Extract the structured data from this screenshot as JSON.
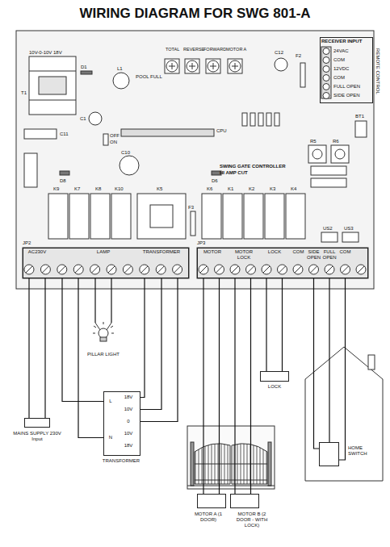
{
  "diagram": {
    "title": "WIRING DIAGRAM FOR SWG 801-A",
    "nodes": [
      {
        "text": [
          "SWING GATE CONTROLLER",
          "HI AMP CUT"
        ]
      },
      {
        "text": [
          "JP2",
          "AC230V",
          "LAMP",
          "TRANSFORMER"
        ],
        "in": 0
      },
      {
        "text": [
          "JP3",
          "MOTOR",
          "MOTOR LOCK",
          "LOCK",
          "COM",
          "SIDE OPEN",
          "FULL OPEN",
          "COM"
        ],
        "in": 0
      },
      {
        "text": [
          "RECEIVER INPUT",
          "24VAC",
          "COM",
          "12VDC",
          "COM",
          "FULL OPEN",
          "SIDE OPEN",
          "REMOTE CONTROL"
        ],
        "in": 0
      },
      {
        "text": [
          "PILLAR LIGHT"
        ]
      },
      {
        "text": [
          "LOCK"
        ]
      },
      {
        "text": [
          "L",
          "N",
          "18V",
          "10V",
          "0",
          "10V",
          "18V",
          "TRANSFORMER"
        ]
      },
      {
        "text": [
          "MAINS SUPPLY 230V Input"
        ]
      },
      {
        "text": [
          "MOTOR A (1 DOOR)"
        ]
      },
      {
        "text": [
          "MOTOR B (2 DOOR - WITH LOCK)"
        ]
      },
      {
        "text": [
          "HOME SWITCH"
        ]
      }
    ],
    "edges": [
      {
        "from": 1,
        "to": 7,
        "arrow": "none"
      },
      {
        "from": 1,
        "to": 7,
        "arrow": "none"
      },
      {
        "from": 1,
        "to": 6,
        "arrow": "none"
      },
      {
        "from": 1,
        "to": 6,
        "arrow": "none"
      },
      {
        "from": 1,
        "to": 4,
        "arrow": "none"
      },
      {
        "from": 1,
        "to": 4,
        "arrow": "none"
      },
      {
        "from": 1,
        "to": 6,
        "arrow": "none"
      },
      {
        "from": 1,
        "to": 6,
        "arrow": "none"
      },
      {
        "from": 1,
        "to": 6,
        "arrow": "none"
      },
      {
        "from": 2,
        "to": 8,
        "arrow": "none"
      },
      {
        "from": 2,
        "to": 8,
        "arrow": "none"
      },
      {
        "from": 2,
        "to": 9,
        "arrow": "none"
      },
      {
        "from": 2,
        "to": 9,
        "arrow": "none"
      },
      {
        "from": 2,
        "to": 5,
        "arrow": "none"
      },
      {
        "from": 2,
        "to": 5,
        "arrow": "none"
      },
      {
        "from": 2,
        "to": 10,
        "arrow": "none"
      },
      {
        "from": 2,
        "to": 10,
        "arrow": "none"
      },
      {
        "from": 2,
        "to": 10,
        "arrow": "none"
      }
    ],
    "labels": [
      "10V-0-10V 18V",
      "T1",
      "C11",
      "C1",
      "D1",
      "L1",
      "POOL FULL",
      "TOTAL",
      "REVERSE",
      "FORWARD",
      "MOTOR A",
      "C12",
      "F2",
      "CPU",
      "R5",
      "R6",
      "BT1",
      "C10",
      "OFF",
      "ON",
      "D6",
      "D8",
      "K9",
      "K7",
      "K8",
      "K10",
      "K5",
      "F3",
      "K6",
      "K1",
      "K2",
      "K3",
      "K4",
      "US2",
      "US3"
    ]
  }
}
